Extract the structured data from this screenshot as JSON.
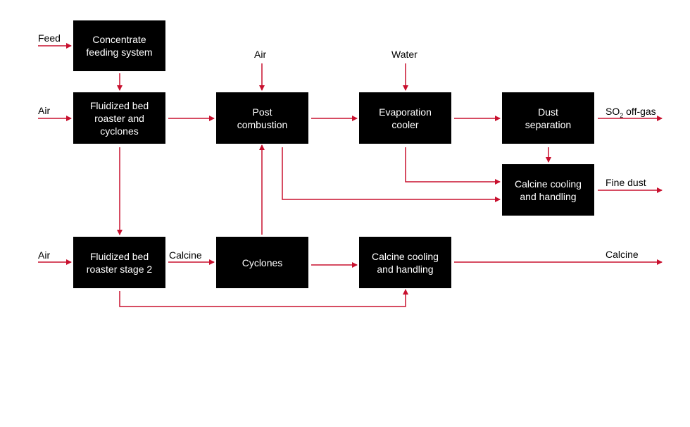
{
  "colors": {
    "arrow": "#c8102e",
    "box": "#000000",
    "box_text": "#ffffff"
  },
  "boxes": {
    "concentrate_feeding": "Concentrate\nfeeding system",
    "roaster_1": "Fluidized bed\nroaster and\ncyclones",
    "post_combustion": "Post\ncombustion",
    "evaporation_cooler": "Evaporation\ncooler",
    "dust_separation": "Dust\nseparation",
    "calcine_cooling_upper": "Calcine cooling\nand handling",
    "roaster_2": "Fluidized bed\nroaster stage 2",
    "cyclones": "Cyclones",
    "calcine_cooling_lower": "Calcine cooling\nand handling"
  },
  "labels": {
    "feed": "Feed",
    "air_roaster_1": "Air",
    "air_post_combustion": "Air",
    "water": "Water",
    "so2_prefix": "SO",
    "so2_subscript": "2",
    "so2_suffix": " off-gas",
    "fine_dust": "Fine dust",
    "air_roaster_2": "Air",
    "calcine_mid": "Calcine",
    "calcine_out": "Calcine"
  }
}
